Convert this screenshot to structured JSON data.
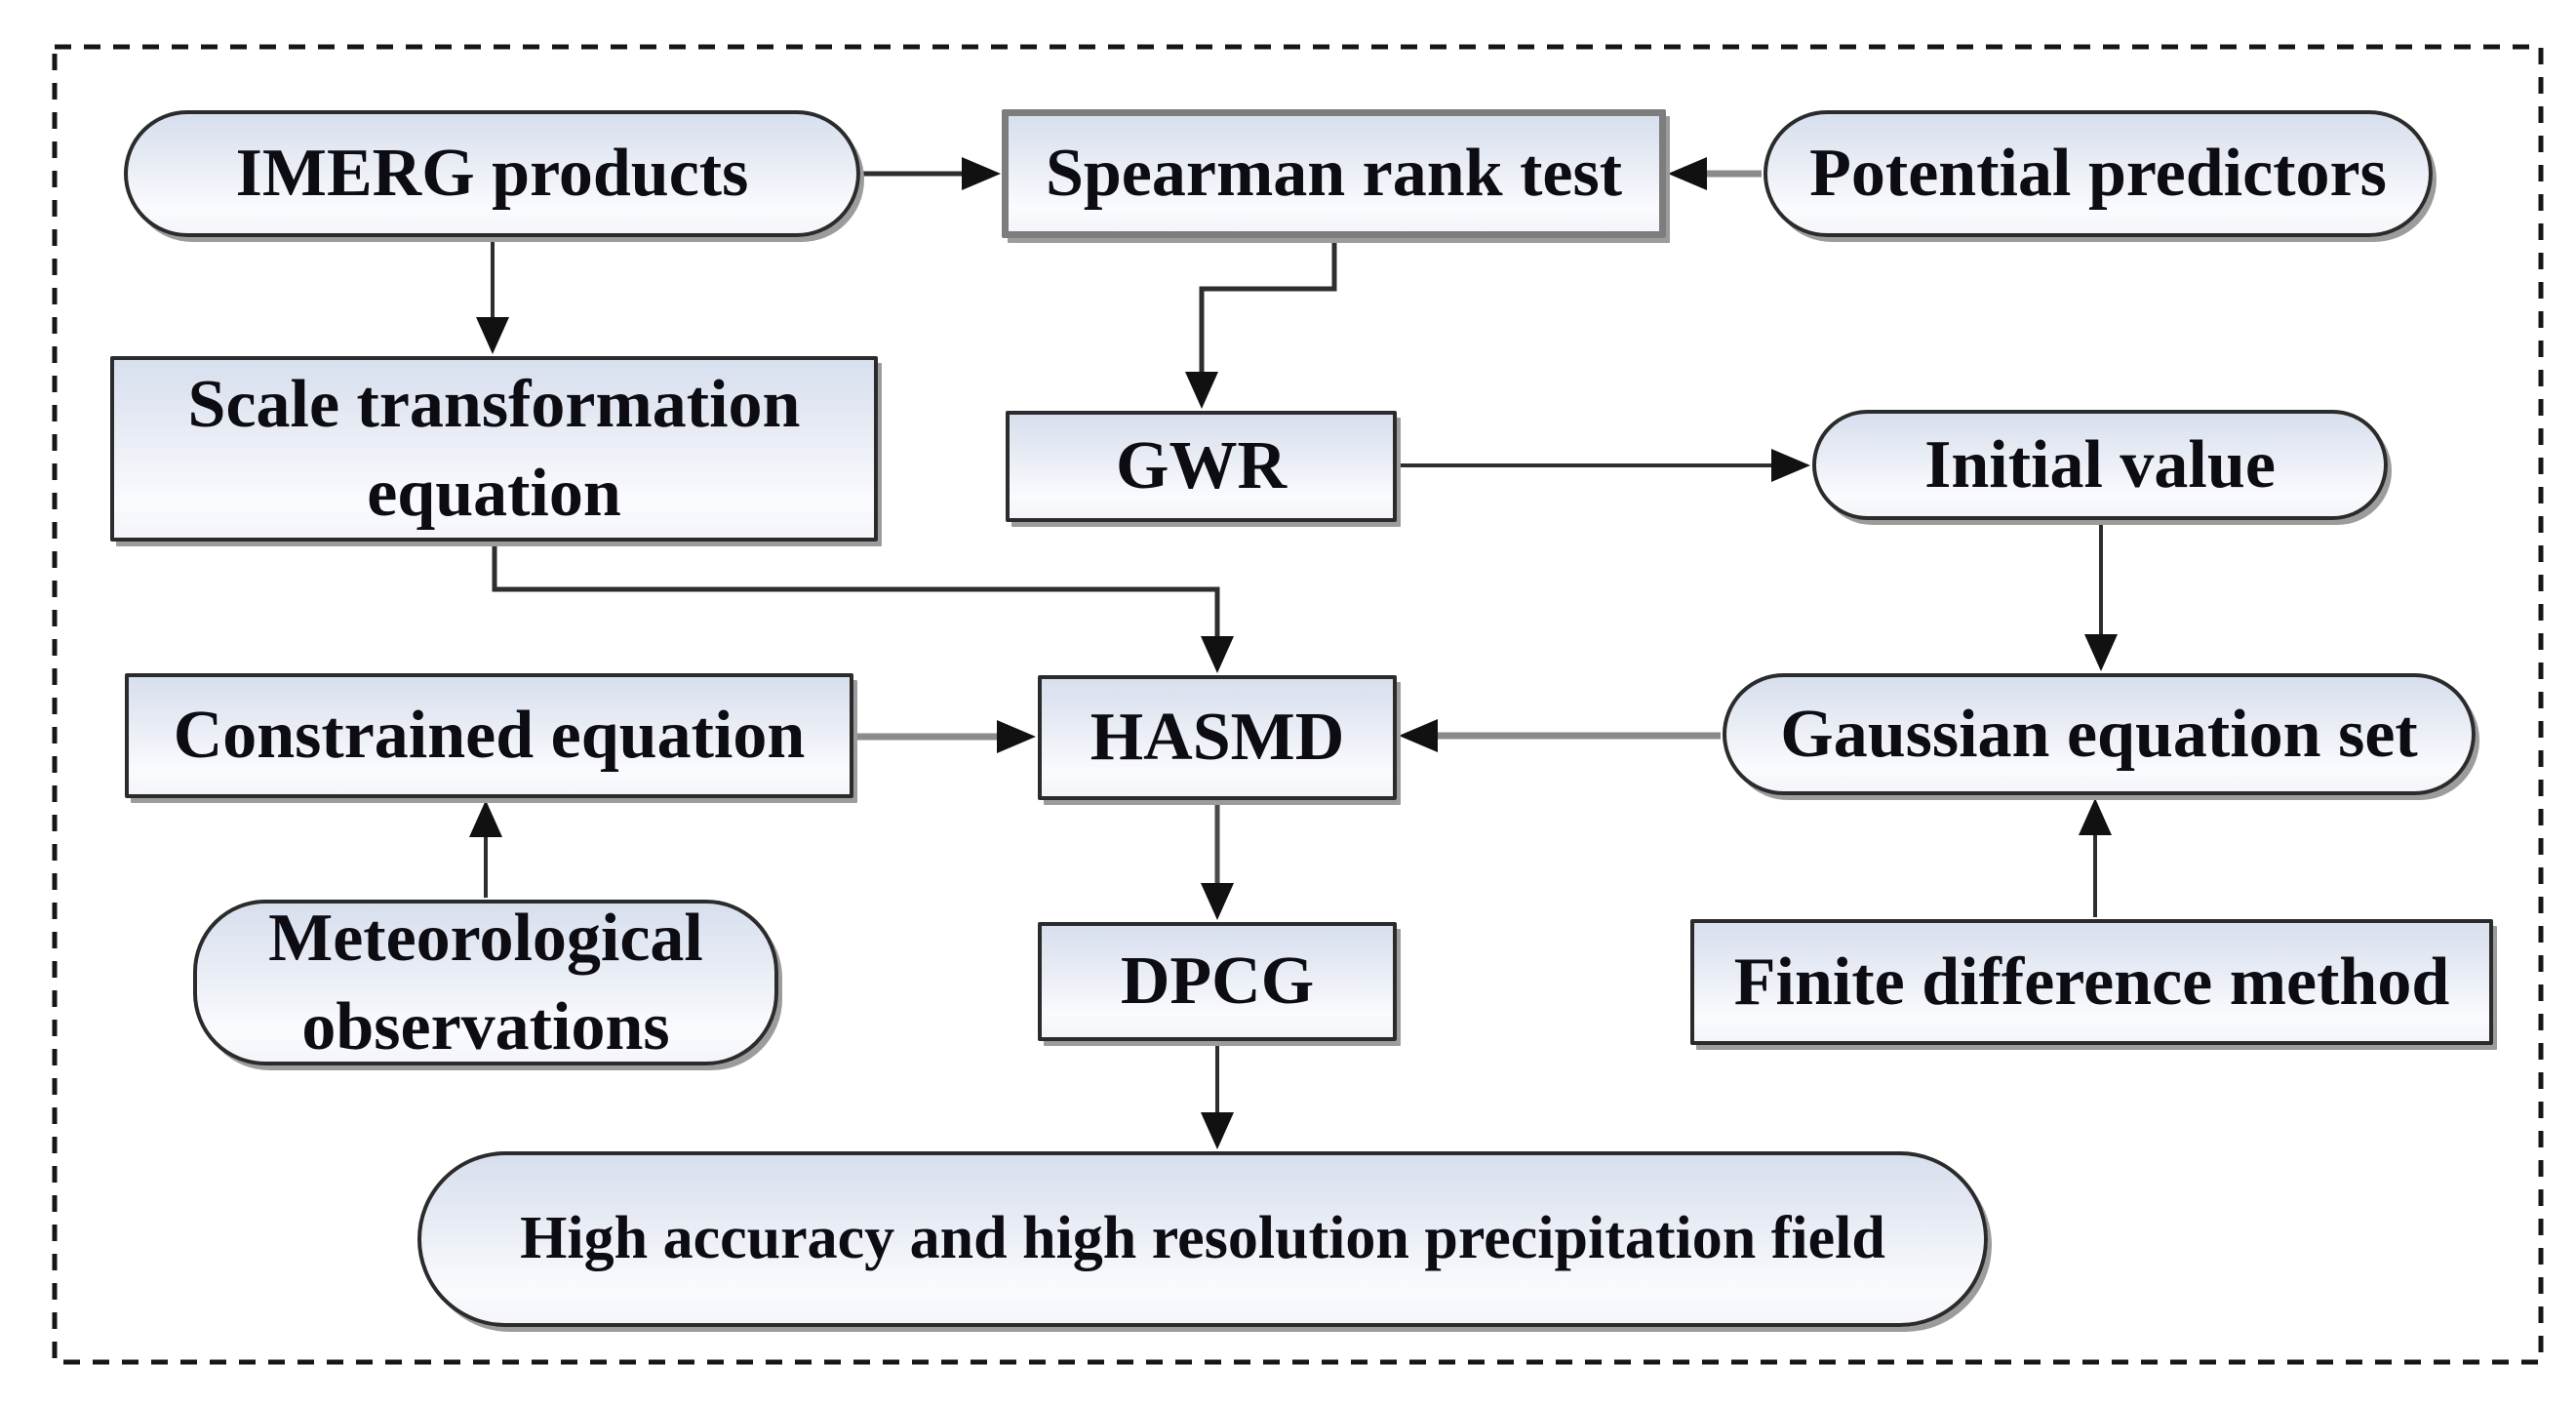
{
  "diagram": {
    "nodes": {
      "imerg": {
        "label": "IMERG products",
        "shape": "stadium"
      },
      "spearman": {
        "label": "Spearman rank test",
        "shape": "rect"
      },
      "potential": {
        "label": "Potential predictors",
        "shape": "stadium"
      },
      "scale": {
        "label": "Scale transformation equation",
        "shape": "rect"
      },
      "gwr": {
        "label": "GWR",
        "shape": "rect"
      },
      "initial": {
        "label": "Initial value",
        "shape": "stadium"
      },
      "constrained": {
        "label": "Constrained equation",
        "shape": "rect"
      },
      "hasmd": {
        "label": "HASMD",
        "shape": "rect"
      },
      "gaussian": {
        "label": "Gaussian equation set",
        "shape": "stadium"
      },
      "met": {
        "label": "Meteorological observations",
        "shape": "stadium"
      },
      "dpcg": {
        "label": "DPCG",
        "shape": "rect"
      },
      "finite": {
        "label": "Finite difference method",
        "shape": "rect"
      },
      "final": {
        "label": "High accuracy and high resolution precipitation field",
        "shape": "stadium"
      }
    },
    "edges": [
      {
        "from": "IMERG products",
        "to": "Spearman rank test"
      },
      {
        "from": "Potential predictors",
        "to": "Spearman rank test"
      },
      {
        "from": "IMERG products",
        "to": "Scale transformation equation"
      },
      {
        "from": "Spearman rank test",
        "to": "GWR"
      },
      {
        "from": "GWR",
        "to": "Initial value"
      },
      {
        "from": "Initial value",
        "to": "Gaussian equation set"
      },
      {
        "from": "Scale transformation equation",
        "to": "HASMD"
      },
      {
        "from": "Constrained equation",
        "to": "HASMD"
      },
      {
        "from": "Gaussian equation set",
        "to": "HASMD"
      },
      {
        "from": "Meteorological observations",
        "to": "Constrained equation"
      },
      {
        "from": "Finite difference method",
        "to": "Gaussian equation set"
      },
      {
        "from": "HASMD",
        "to": "DPCG"
      },
      {
        "from": "DPCG",
        "to": "High accuracy and high resolution precipitation field"
      }
    ],
    "colors": {
      "node_fill_top": "#d7dfee",
      "node_fill_bottom": "#fafbfe",
      "node_border": "#2b2b2b",
      "spearman_border": "#7d7d7d",
      "shadow": "#9c9c9c",
      "line_dark": "#2e2e2e",
      "line_gray": "#8b8b8b",
      "arrowhead": "#111111",
      "dashed_frame": "#161616",
      "text": "#0c0c12",
      "background": "#ffffff"
    }
  }
}
